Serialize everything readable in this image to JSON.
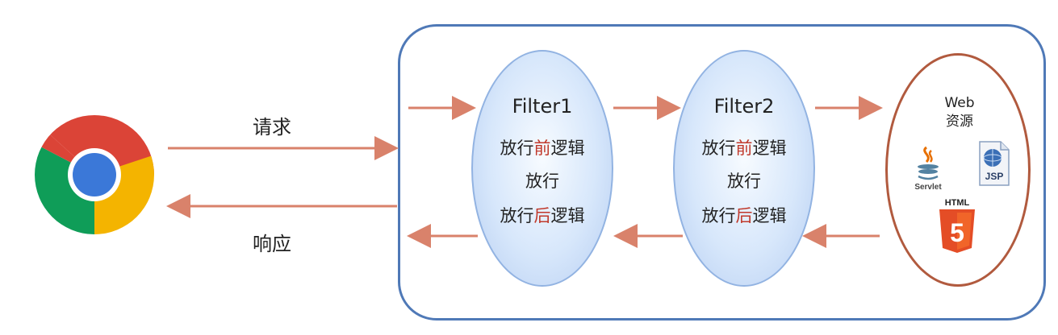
{
  "labels": {
    "request": "请求",
    "response": "响应"
  },
  "filters": [
    {
      "title": "Filter1",
      "pre_a": "放行",
      "pre_b": "前",
      "pre_c": "逻辑",
      "pass": "放行",
      "post_a": "放行",
      "post_b": "后",
      "post_c": "逻辑"
    },
    {
      "title": "Filter2",
      "pre_a": "放行",
      "pre_b": "前",
      "pre_c": "逻辑",
      "pass": "放行",
      "post_a": "放行",
      "post_b": "后",
      "post_c": "逻辑"
    }
  ],
  "web": {
    "title_line1": "Web",
    "title_line2": "资源",
    "servlet_label": "Servlet",
    "jsp_label": "JSP",
    "html_label": "HTML",
    "html_number": "5"
  },
  "colors": {
    "arrow": "#d9826b",
    "container_border": "#4f79b7",
    "web_border": "#b15a3e",
    "highlight": "#c0392b"
  },
  "icons": [
    "chrome-browser-icon",
    "servlet-java-icon",
    "jsp-icon",
    "html5-icon"
  ]
}
